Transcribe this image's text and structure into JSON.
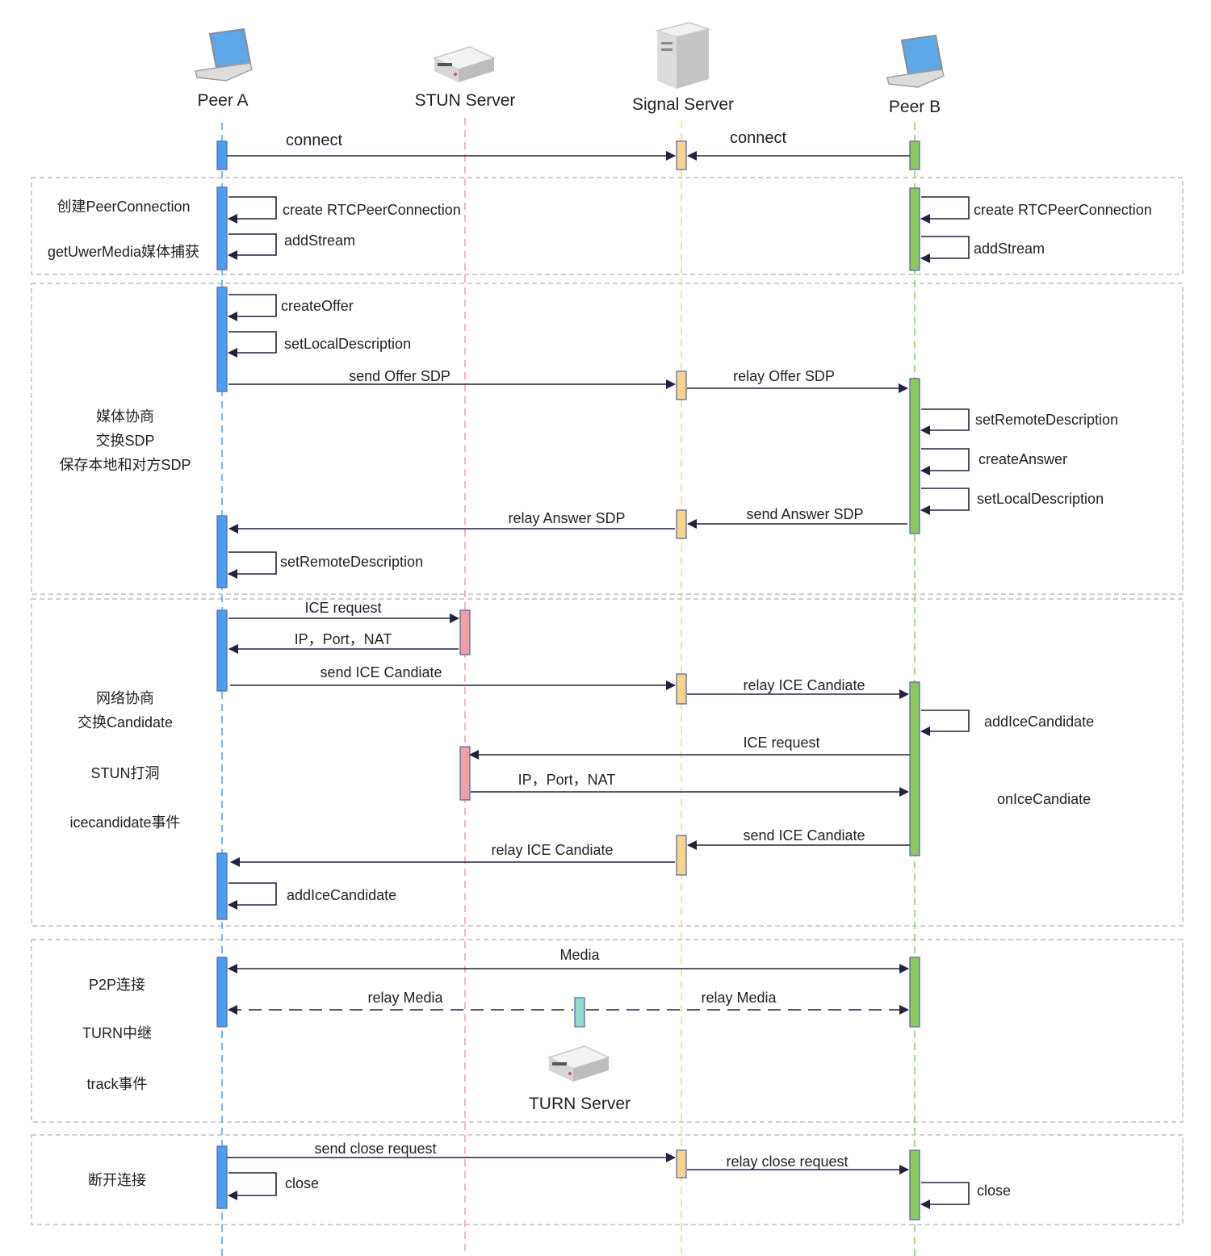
{
  "actors": {
    "peer_a": "Peer A",
    "stun": "STUN Server",
    "signal": "Signal Server",
    "peer_b": "Peer B",
    "turn": "TURN Server"
  },
  "colors": {
    "peer_a": "#4a9ff0",
    "stun": "#f0a0a0",
    "signal": "#f8d48a",
    "peer_b": "#8cc85a",
    "turn": "#8fdcc8",
    "arrow": "#1f2240",
    "frame": "#b0b0b0"
  },
  "phases": {
    "init": [
      "创建PeerConnection",
      "getUwerMedia媒体捕获"
    ],
    "sdp": [
      "媒体协商",
      "交换SDP",
      "保存本地和对方SDP"
    ],
    "ice": [
      "网络协商",
      "交换Candidate",
      "STUN打洞",
      "icecandidate事件"
    ],
    "media": [
      "P2P连接",
      "TURN中继",
      "track事件"
    ],
    "close": [
      "断开连接"
    ]
  },
  "messages": {
    "connect_a": "connect",
    "connect_b": "connect",
    "a_create_pc": "create RTCPeerConnection",
    "a_add_stream": "addStream",
    "b_create_pc": "create RTCPeerConnection",
    "b_add_stream": "addStream",
    "create_offer": "createOffer",
    "a_set_local": "setLocalDescription",
    "send_offer": "send Offer SDP",
    "relay_offer": "relay Offer SDP",
    "b_set_remote": "setRemoteDescription",
    "create_answer": "createAnswer",
    "b_set_local": "setLocalDescription",
    "send_answer": "send Answer SDP",
    "relay_answer": "relay Answer SDP",
    "a_set_remote": "setRemoteDescription",
    "a_ice_request": "ICE request",
    "a_ip_port": "IP，Port，NAT",
    "a_send_ice": "send ICE Candiate",
    "relay_ice_b": "relay ICE Candiate",
    "b_add_ice": "addIceCandidate",
    "b_ice_request": "ICE request",
    "b_ip_port": "IP，Port，NAT",
    "b_on_ice": "onIceCandiate",
    "b_send_ice": "send ICE Candiate",
    "relay_ice_a": "relay ICE Candiate",
    "a_add_ice": "addIceCandidate",
    "media": "Media",
    "relay_media_a": "relay Media",
    "relay_media_b": "relay Media",
    "send_close": "send close request",
    "a_close": "close",
    "relay_close": "relay close request",
    "b_close": "close"
  }
}
